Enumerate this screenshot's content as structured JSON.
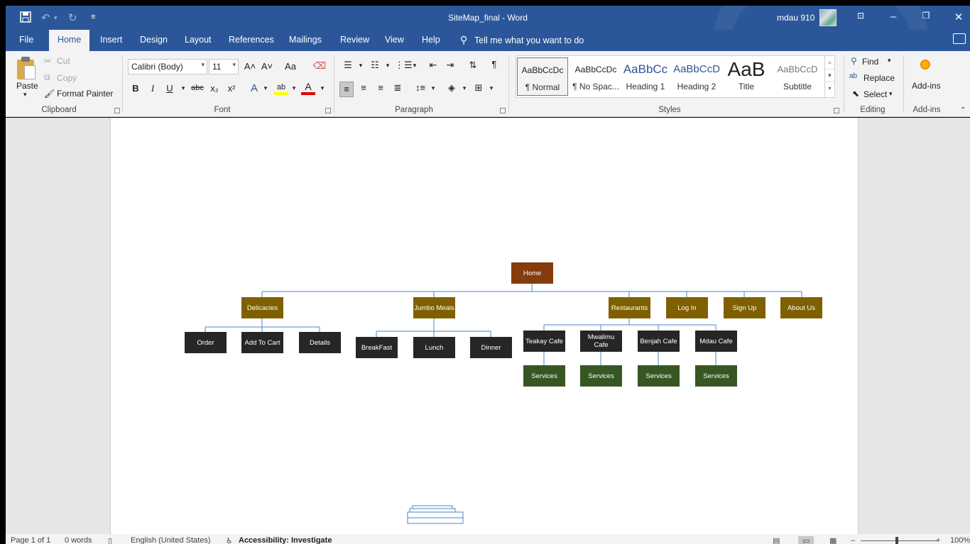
{
  "titlebar": {
    "document_title": "SiteMap_final  -  Word",
    "user_name": "mdau 910",
    "save_icon": "save-icon",
    "undo_icon": "undo-icon",
    "redo_icon": "redo-icon",
    "customize_icon": "customize-quick-access-icon"
  },
  "tabs": [
    {
      "label": "File"
    },
    {
      "label": "Home"
    },
    {
      "label": "Insert"
    },
    {
      "label": "Design"
    },
    {
      "label": "Layout"
    },
    {
      "label": "References"
    },
    {
      "label": "Mailings"
    },
    {
      "label": "Review"
    },
    {
      "label": "View"
    },
    {
      "label": "Help"
    }
  ],
  "tell_me": "Tell me what you want to do",
  "ribbon": {
    "clipboard": {
      "label": "Clipboard",
      "paste": "Paste",
      "cut": "Cut",
      "copy": "Copy",
      "format_painter": "Format Painter"
    },
    "font": {
      "label": "Font",
      "font_name": "Calibri (Body)",
      "font_size": "11",
      "case": "Aa",
      "bold": "B",
      "italic": "I",
      "underline": "U",
      "strike": "abc",
      "subscript": "x₂",
      "superscript": "x²",
      "text_effects": "A",
      "highlight": "ab",
      "font_color": "A",
      "grow": "A˄",
      "shrink": "A˅"
    },
    "paragraph": {
      "label": "Paragraph",
      "pilcrow": "¶"
    },
    "styles": {
      "label": "Styles",
      "items": [
        {
          "sample": "AaBbCcDc",
          "name": "¶ Normal"
        },
        {
          "sample": "AaBbCcDc",
          "name": "¶ No Spac..."
        },
        {
          "sample": "AaBbCc",
          "name": "Heading 1"
        },
        {
          "sample": "AaBbCcD",
          "name": "Heading 2"
        },
        {
          "sample": "AaB",
          "name": "Title"
        },
        {
          "sample": "AaBbCcD",
          "name": "Subtitle"
        }
      ]
    },
    "editing": {
      "label": "Editing",
      "find": "Find",
      "replace": "Replace",
      "select": "Select"
    },
    "addins": {
      "label": "Add-ins",
      "button": "Add-ins"
    }
  },
  "sitemap": {
    "root": "Home",
    "level1": [
      "Delicacies",
      "Jumbo Meals",
      "Restaurants",
      "Log In",
      "Sign Up",
      "About Us"
    ],
    "delicacies_children": [
      "Order",
      "Add To Cart",
      "Details"
    ],
    "jumbo_children": [
      "BreakFast",
      "Lunch",
      "Dinner"
    ],
    "restaurant_children": [
      "Teakay Cafe",
      "Mwalimu Cafe",
      "Benjah Cafe",
      "Mdau Cafe"
    ],
    "services": [
      "Services",
      "Services",
      "Services",
      "Services"
    ]
  },
  "statusbar": {
    "page": "Page 1 of 1",
    "words": "0 words",
    "language": "English (United States)",
    "accessibility": "Accessibility: Investigate",
    "zoom": "100%"
  },
  "colors": {
    "word_blue": "#2b579a",
    "root_node": "#843c0c",
    "level1_node": "#7f6000",
    "leaf_node": "#262626",
    "service_node": "#375623",
    "connector": "#4a86c8"
  }
}
